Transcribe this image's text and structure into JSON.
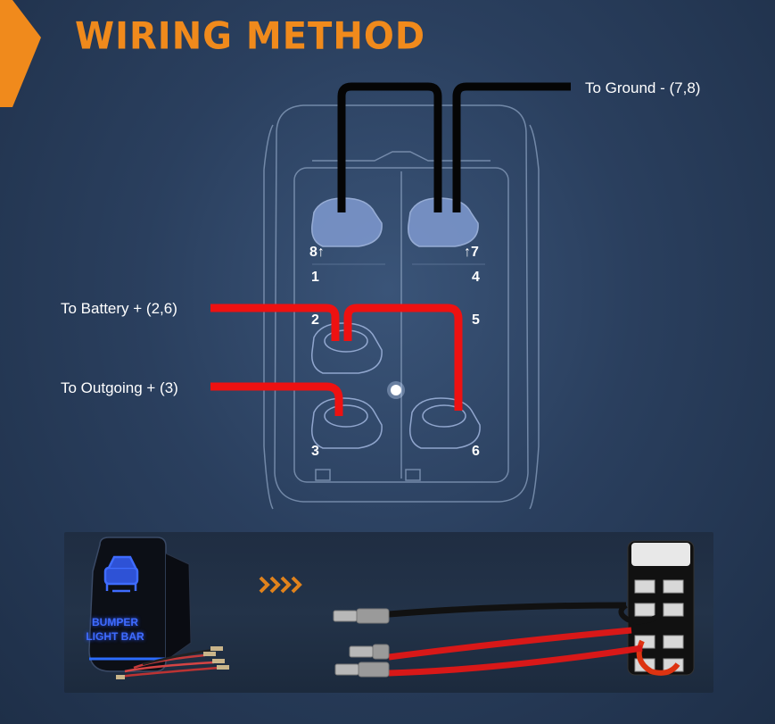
{
  "title": "WIRING METHOD",
  "labels": {
    "ground": "To Ground - (7,8)",
    "battery": "To Battery + (2,6)",
    "outgoing": "To Outgoing + (3)"
  },
  "pins": {
    "p8": "8↑",
    "p7": "↑7",
    "p1": "1",
    "p4": "4",
    "p2": "2",
    "p5": "5",
    "p3": "3",
    "p6": "6"
  },
  "product": {
    "rocker_line1": "BUMPER",
    "rocker_line2": "LIGHT BAR"
  },
  "colors": {
    "title": "#f08a1c",
    "ground_wire": "#000000",
    "positive_wire": "#ee1111",
    "rocker_glow": "#3f6cff"
  },
  "icons": [
    "vehicle-icon",
    "arrow-right-icon"
  ]
}
